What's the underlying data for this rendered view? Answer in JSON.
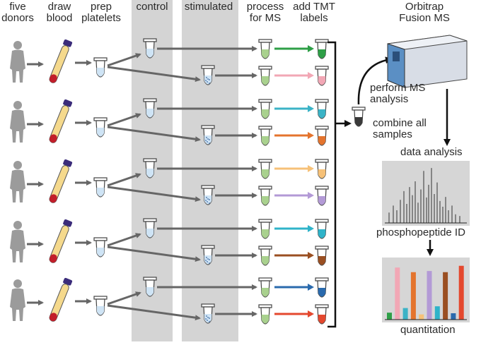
{
  "headers": {
    "donors": "five\ndonors",
    "blood": "draw\nblood",
    "prep": "prep\nplatelets",
    "control": "control",
    "stimulated": "stimulated",
    "process": "process\nfor MS",
    "tmt": "add TMT\nlabels",
    "instrument": "Orbitrap\nFusion MS"
  },
  "steps": {
    "perform": "perform MS\nanalysis",
    "combine": "combine all\nsamples",
    "analysis": "data analysis",
    "phospho": "phosphopeptide ID",
    "quant": "quantitation"
  },
  "colors": {
    "arrow": "#666666",
    "band": "#d4d4d4",
    "blood": "#f5d98c",
    "blood_red": "#c21e2a",
    "cap": "#3b2c7a",
    "platelet_fill": "#cfe4f5",
    "ms_fill": "#a9d18e",
    "instrument": "#5b8fc4"
  },
  "tmt_colors": [
    "#2e9f47",
    "#f2a7b5",
    "#3bb3c6",
    "#e4742e",
    "#f6c178",
    "#b39ad6",
    "#2fb3c9",
    "#9a4f22",
    "#2a6aad",
    "#e4482e"
  ],
  "quant_bars": [
    {
      "color": "#2e9f47",
      "value": 0.12
    },
    {
      "color": "#f2a7b5",
      "value": 0.9
    },
    {
      "color": "#3bb3c6",
      "value": 0.2
    },
    {
      "color": "#e4742e",
      "value": 0.82
    },
    {
      "color": "#f6c178",
      "value": 0.09
    },
    {
      "color": "#b39ad6",
      "value": 0.84
    },
    {
      "color": "#2fb3c9",
      "value": 0.23
    },
    {
      "color": "#9a4f22",
      "value": 0.82
    },
    {
      "color": "#2a6aad",
      "value": 0.11
    },
    {
      "color": "#e4482e",
      "value": 0.93
    }
  ]
}
